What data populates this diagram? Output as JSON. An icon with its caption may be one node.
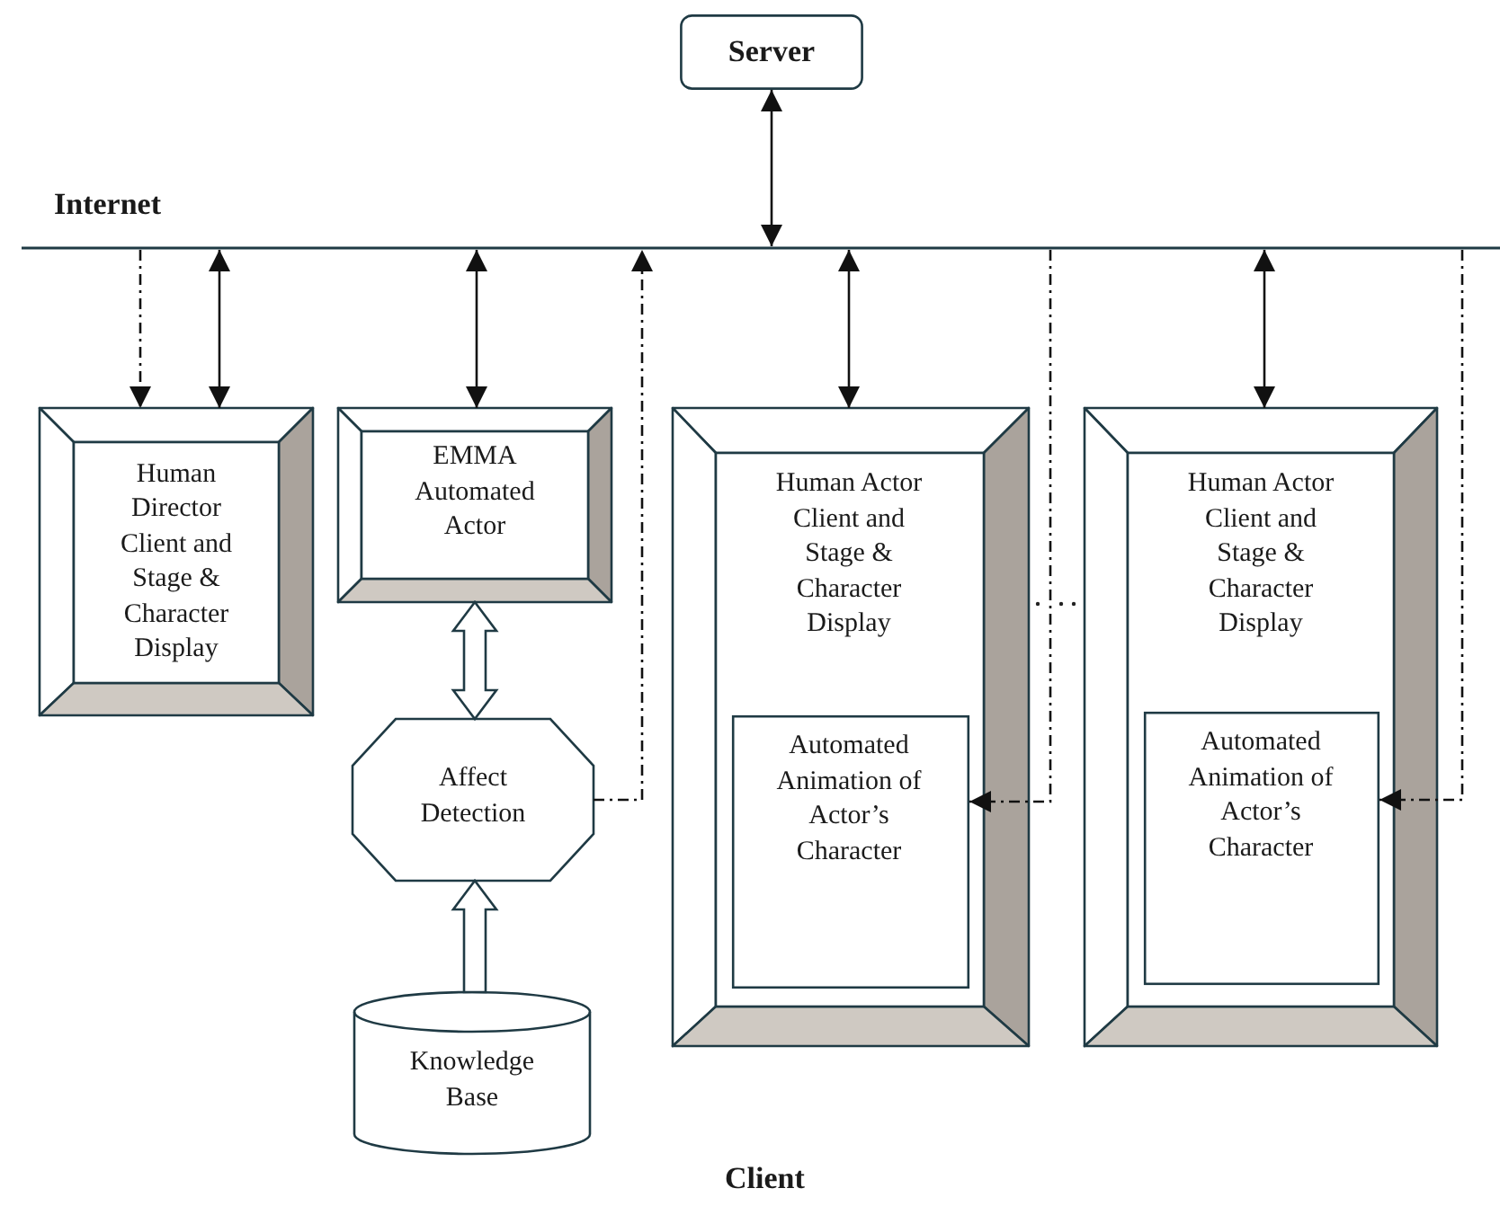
{
  "diagram": {
    "nodes": [
      {
        "text": [
          "Server"
        ]
      },
      {
        "text": [],
        "shape": "bar",
        "beside": [
          "Internet"
        ]
      },
      {
        "text": [
          "Human Director Client and Stage & Character Display"
        ]
      },
      {
        "text": [
          "EMMA Automated Actor"
        ]
      },
      {
        "text": [
          "Affect Detection"
        ]
      },
      {
        "text": [
          "Knowledge Base"
        ]
      },
      {
        "text": [
          "Human Actor Client and Stage & Character Display"
        ]
      },
      {
        "text": [
          "Automated Animation of Actor’s Character"
        ],
        "in": 6
      },
      {
        "text": [
          "Human Actor Client and Stage & Character Display"
        ]
      },
      {
        "text": [
          "Automated Animation of Actor’s Character"
        ],
        "in": 8
      }
    ],
    "edges": [
      {
        "from": 0,
        "to": 1,
        "arrow": "both"
      },
      {
        "from": 1,
        "to": 2,
        "arrow": "to",
        "style": "dashed"
      },
      {
        "from": 1,
        "to": 2,
        "arrow": "both"
      },
      {
        "from": 1,
        "to": 3,
        "arrow": "both"
      },
      {
        "from": 3,
        "to": 4,
        "arrow": "both",
        "style": "thick"
      },
      {
        "from": 5,
        "to": 4,
        "arrow": "to",
        "style": "thick"
      },
      {
        "from": 4,
        "to": 1,
        "arrow": "to",
        "style": "dashed"
      },
      {
        "from": 1,
        "to": 6,
        "arrow": "both"
      },
      {
        "from": 1,
        "to": 7,
        "arrow": "to",
        "style": "dashed"
      },
      {
        "from": 1,
        "to": 8,
        "arrow": "both"
      },
      {
        "from": 1,
        "to": 9,
        "arrow": "to",
        "style": "dashed"
      }
    ],
    "labels": [
      "Client"
    ]
  }
}
